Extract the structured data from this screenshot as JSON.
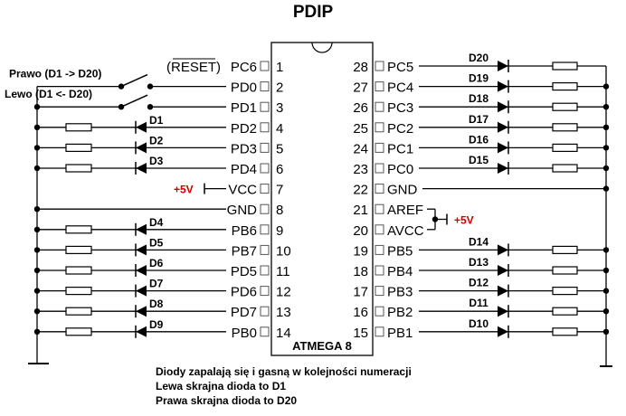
{
  "title": "PDIP",
  "chip": {
    "label": "ATMEGA 8",
    "left_pins": [
      {
        "num": "1",
        "name": "PC6",
        "prefix": "(RESET)"
      },
      {
        "num": "2",
        "name": "PD0"
      },
      {
        "num": "3",
        "name": "PD1"
      },
      {
        "num": "4",
        "name": "PD2"
      },
      {
        "num": "5",
        "name": "PD3"
      },
      {
        "num": "6",
        "name": "PD4"
      },
      {
        "num": "7",
        "name": "VCC"
      },
      {
        "num": "8",
        "name": "GND"
      },
      {
        "num": "9",
        "name": "PB6"
      },
      {
        "num": "10",
        "name": "PB7"
      },
      {
        "num": "11",
        "name": "PD5"
      },
      {
        "num": "12",
        "name": "PD6"
      },
      {
        "num": "13",
        "name": "PD7"
      },
      {
        "num": "14",
        "name": "PB0"
      }
    ],
    "right_pins": [
      {
        "num": "28",
        "name": "PC5"
      },
      {
        "num": "27",
        "name": "PC4"
      },
      {
        "num": "26",
        "name": "PC3"
      },
      {
        "num": "25",
        "name": "PC2"
      },
      {
        "num": "24",
        "name": "PC1"
      },
      {
        "num": "23",
        "name": "PC0"
      },
      {
        "num": "22",
        "name": "GND"
      },
      {
        "num": "21",
        "name": "AREF"
      },
      {
        "num": "20",
        "name": "AVCC"
      },
      {
        "num": "19",
        "name": "PB5"
      },
      {
        "num": "18",
        "name": "PB4"
      },
      {
        "num": "17",
        "name": "PB3"
      },
      {
        "num": "16",
        "name": "PB2"
      },
      {
        "num": "15",
        "name": "PB1"
      }
    ]
  },
  "left_leds": [
    {
      "pin_index": 3,
      "label": "D1"
    },
    {
      "pin_index": 4,
      "label": "D2"
    },
    {
      "pin_index": 5,
      "label": "D3"
    },
    {
      "pin_index": 8,
      "label": "D4"
    },
    {
      "pin_index": 9,
      "label": "D5"
    },
    {
      "pin_index": 10,
      "label": "D6"
    },
    {
      "pin_index": 11,
      "label": "D7"
    },
    {
      "pin_index": 12,
      "label": "D8"
    },
    {
      "pin_index": 13,
      "label": "D9"
    }
  ],
  "right_leds": [
    {
      "pin_index": 0,
      "label": "D20"
    },
    {
      "pin_index": 1,
      "label": "D19"
    },
    {
      "pin_index": 2,
      "label": "D18"
    },
    {
      "pin_index": 3,
      "label": "D17"
    },
    {
      "pin_index": 4,
      "label": "D16"
    },
    {
      "pin_index": 5,
      "label": "D15"
    },
    {
      "pin_index": 9,
      "label": "D14"
    },
    {
      "pin_index": 10,
      "label": "D13"
    },
    {
      "pin_index": 11,
      "label": "D12"
    },
    {
      "pin_index": 12,
      "label": "D11"
    },
    {
      "pin_index": 13,
      "label": "D10"
    }
  ],
  "switches": [
    {
      "pin_index": 1,
      "label": "Prawo (D1 -> D20)"
    },
    {
      "pin_index": 2,
      "label": "Lewo (D1 <- D20)"
    }
  ],
  "supply": {
    "vcc_label": "+5V",
    "avcc_label": "+5V",
    "color": "#cc0000"
  },
  "notes": [
    "Diody zapalają się i gasną w kolejności numeracji",
    "Lewa skrajna dioda to D1",
    "Prawa skrajna dioda to D20"
  ]
}
